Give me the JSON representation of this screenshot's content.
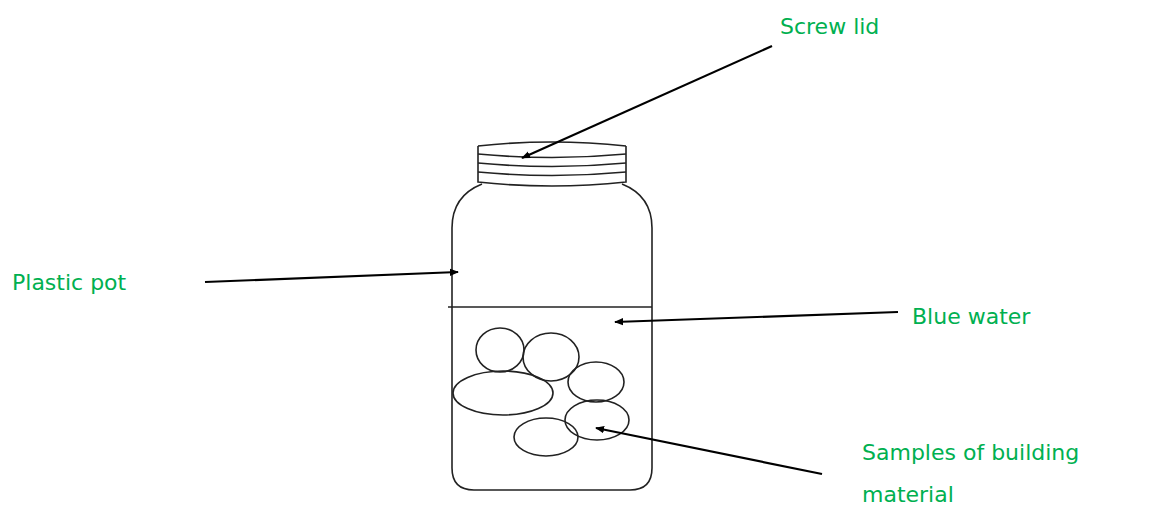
{
  "diagram": {
    "labels": [
      "Screw lid",
      "Plastic pot",
      "Blue water",
      "Samples of building material"
    ]
  }
}
